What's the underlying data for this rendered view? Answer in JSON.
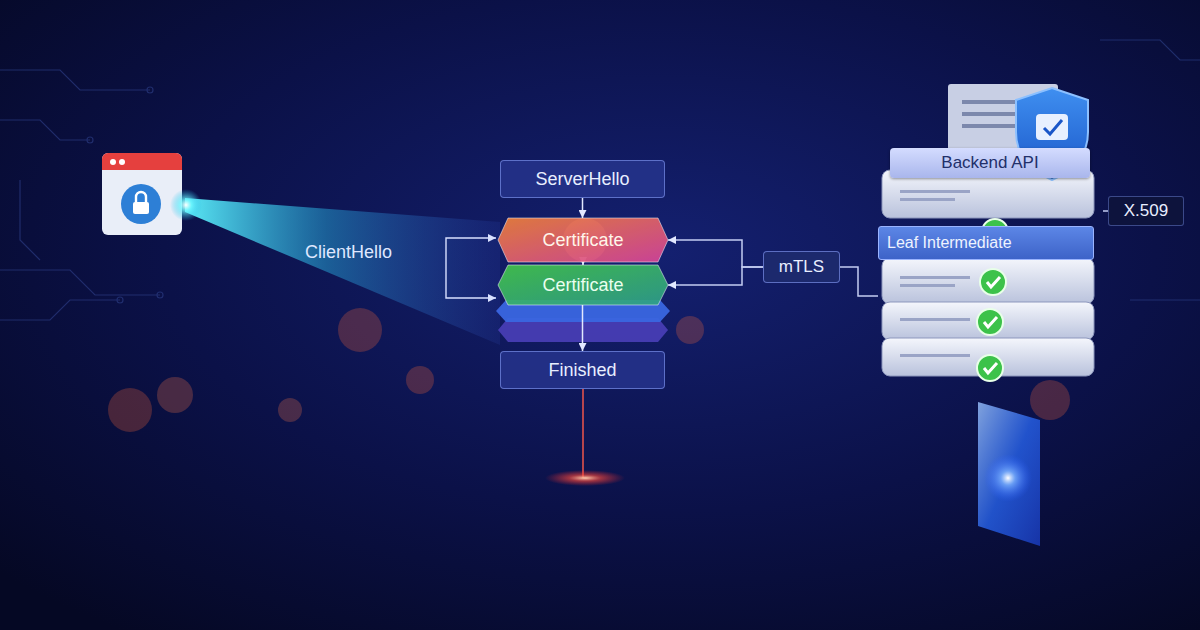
{
  "diagram": {
    "nodes": [
      {
        "text": [
          "ServerHello"
        ]
      },
      {
        "text": [
          "Certificate"
        ]
      },
      {
        "text": [
          "Certificate"
        ]
      },
      {
        "text": [
          "Finished"
        ]
      },
      {
        "text": [
          "mTLS"
        ]
      },
      {
        "text": [
          "Backend API"
        ]
      },
      {
        "text": [
          "Leaf Intermediate"
        ],
        "in": 5
      },
      {
        "text": [
          "X.509"
        ]
      }
    ],
    "edges": [
      {
        "from": 0,
        "to": 1,
        "arrow": "to"
      },
      {
        "from": 1,
        "to": 2,
        "arrow": "to"
      },
      {
        "from": 2,
        "to": 3,
        "arrow": "to"
      },
      {
        "from": 4,
        "to": 1,
        "arrow": "to"
      },
      {
        "from": 4,
        "to": 2,
        "arrow": "to"
      },
      {
        "from": 4,
        "to": 5,
        "arrow": "none"
      },
      {
        "from": 7,
        "to": 5,
        "arrow": "none"
      }
    ],
    "labels": [
      "ClientHello"
    ]
  }
}
